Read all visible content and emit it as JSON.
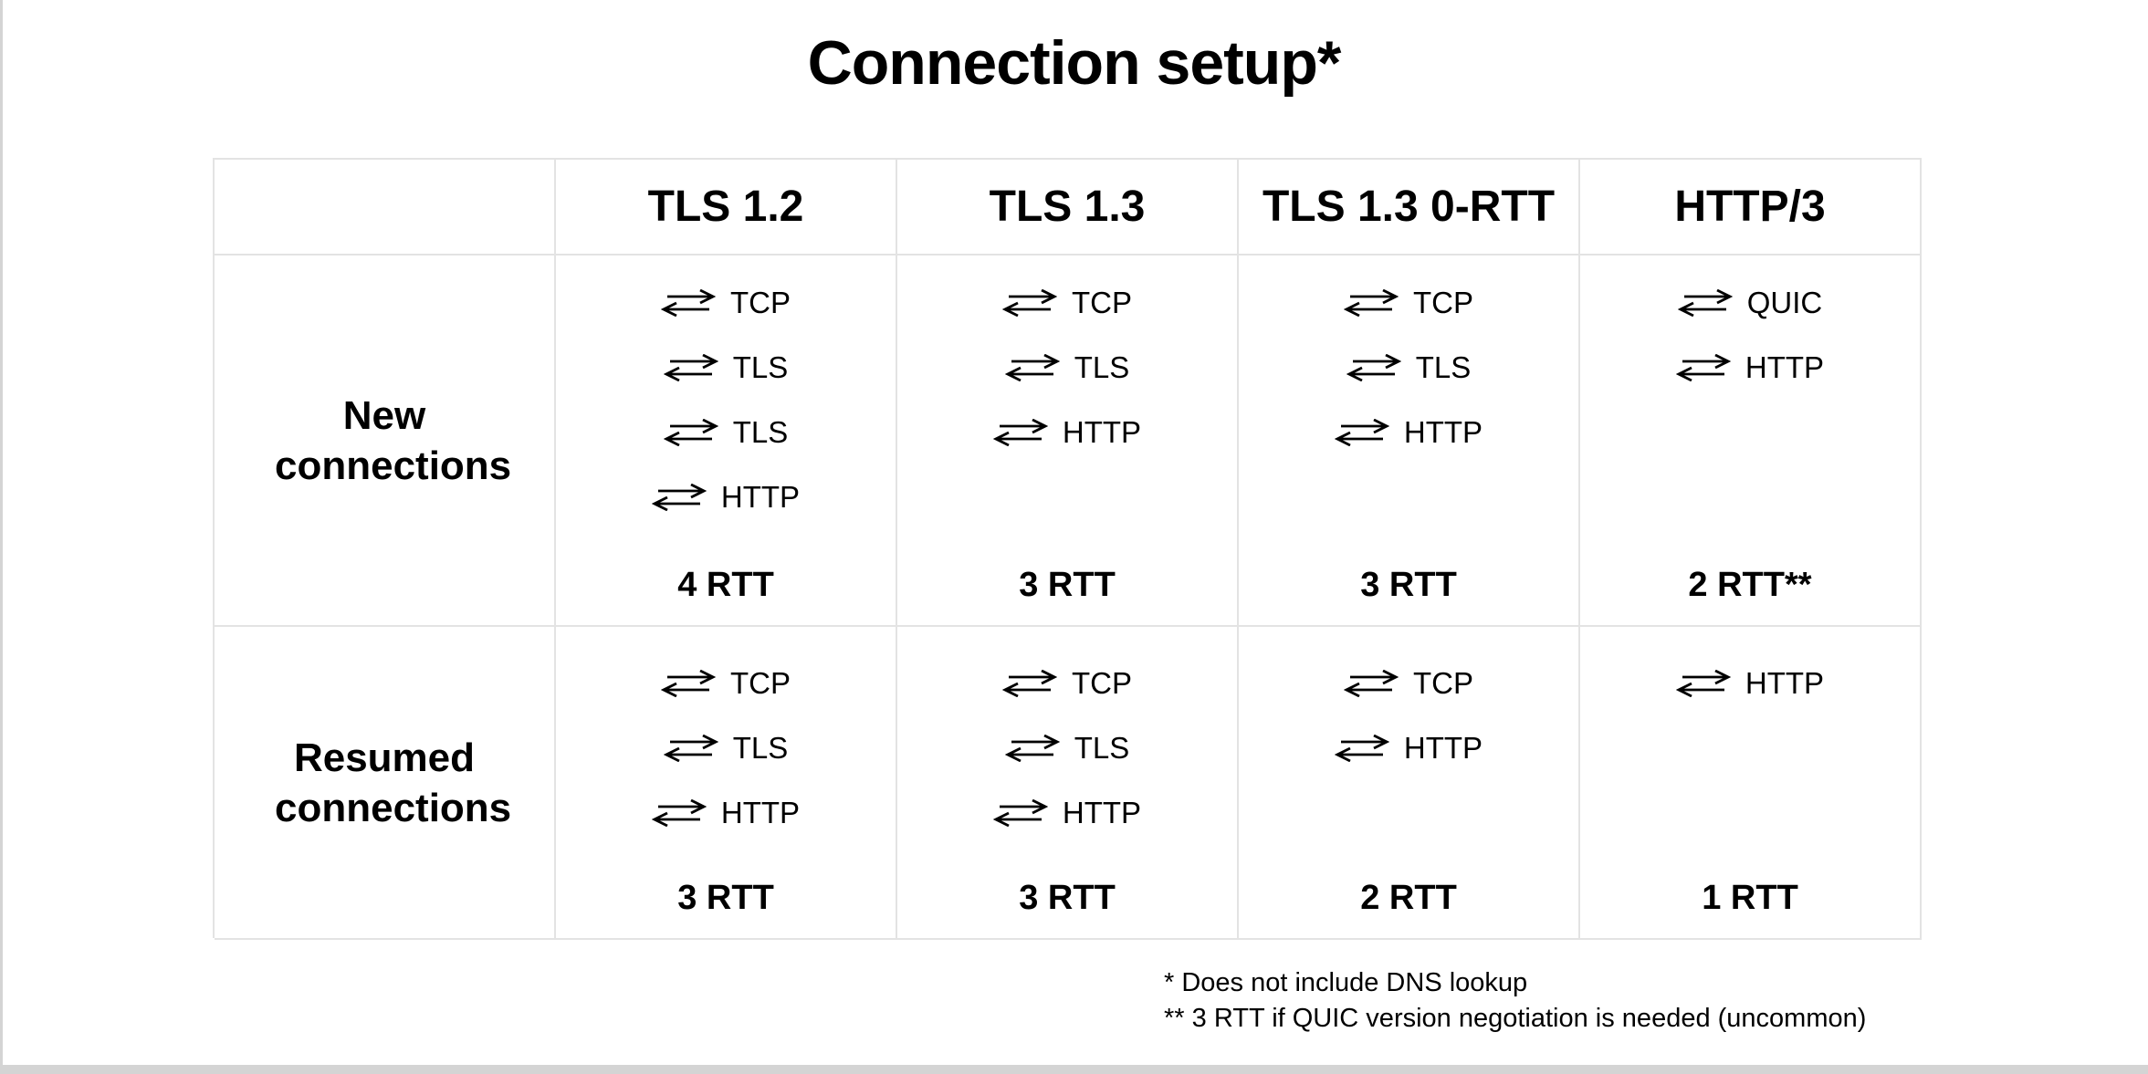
{
  "page": {
    "title": "Connection setup*"
  },
  "table": {
    "column_headers": [
      "",
      "TLS 1.2",
      "TLS 1.3",
      "TLS 1.3 0-RTT",
      "HTTP/3"
    ],
    "rows": [
      {
        "label": "New connections",
        "cells": [
          {
            "steps": [
              "TCP",
              "TLS",
              "TLS",
              "HTTP"
            ],
            "rtt": "4 RTT"
          },
          {
            "steps": [
              "TCP",
              "TLS",
              "HTTP"
            ],
            "rtt": "3 RTT"
          },
          {
            "steps": [
              "TCP",
              "TLS",
              "HTTP"
            ],
            "rtt": "3 RTT"
          },
          {
            "steps": [
              "QUIC",
              "HTTP"
            ],
            "rtt": "2 RTT**"
          }
        ]
      },
      {
        "label": "Resumed connections",
        "cells": [
          {
            "steps": [
              "TCP",
              "TLS",
              "HTTP"
            ],
            "rtt": "3 RTT"
          },
          {
            "steps": [
              "TCP",
              "TLS",
              "HTTP"
            ],
            "rtt": "3 RTT"
          },
          {
            "steps": [
              "TCP",
              "HTTP"
            ],
            "rtt": "2 RTT"
          },
          {
            "steps": [
              "HTTP"
            ],
            "rtt": "1 RTT"
          }
        ]
      }
    ]
  },
  "footnotes": [
    "* Does not include DNS lookup",
    "** 3 RTT if QUIC version negotiation is needed (uncommon)"
  ],
  "icons": {
    "round_trip_arrow": "paired open arrows, top pointing right and bottom pointing left (round trip)"
  },
  "colors": {
    "text": "#000000",
    "border": "#e3e3e3",
    "page_edge": "#d4d4d4",
    "background": "#ffffff"
  }
}
